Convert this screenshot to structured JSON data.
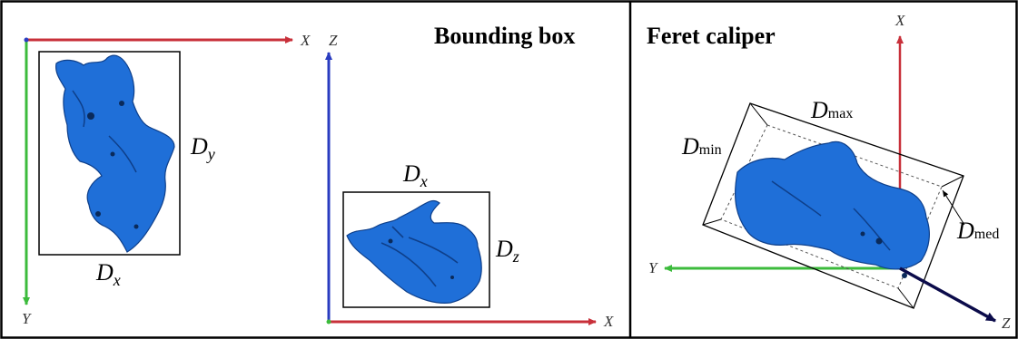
{
  "panels": {
    "bounding_box": {
      "title": "Bounding box",
      "view_xy": {
        "x_axis": "X",
        "y_axis": "Y",
        "dim_width": "D",
        "dim_width_sub": "x",
        "dim_height": "D",
        "dim_height_sub": "y"
      },
      "view_xz": {
        "z_axis": "Z",
        "x_axis": "X",
        "dim_width": "D",
        "dim_width_sub": "x",
        "dim_height": "D",
        "dim_height_sub": "z"
      }
    },
    "feret_caliper": {
      "title": "Feret caliper",
      "x_axis": "X",
      "y_axis": "Y",
      "z_axis": "Z",
      "d_max": "D",
      "d_max_sub": "max",
      "d_min": "D",
      "d_min_sub": "min",
      "d_med": "D",
      "d_med_sub": "med"
    }
  },
  "colors": {
    "x_axis": "#c8303a",
    "y_axis": "#3cbb3c",
    "z_axis": "#2a3cc0",
    "particle": "#1f6fd8",
    "frame": "#000000"
  }
}
